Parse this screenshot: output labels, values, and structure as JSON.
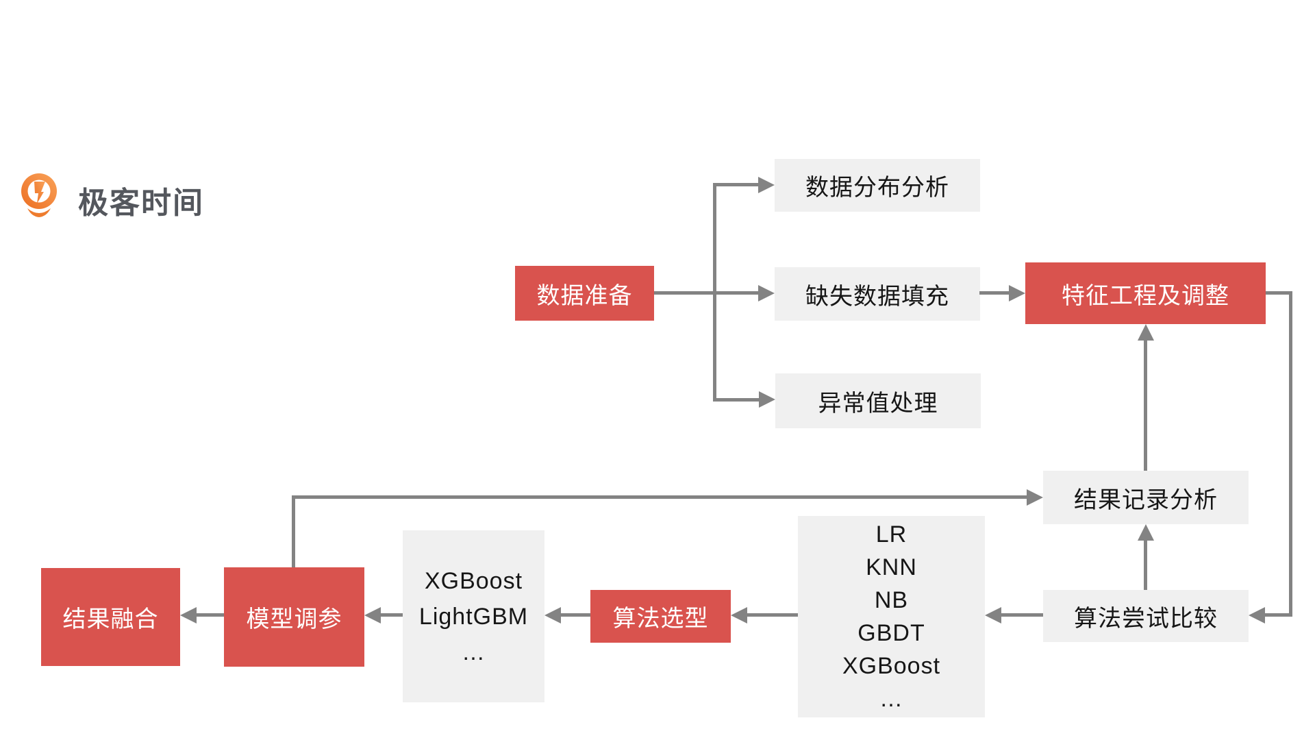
{
  "logo": {
    "text": "极客时间",
    "icon": "geektime-pin-icon",
    "orange_light": "#f9a259",
    "orange_dark": "#ec6f23",
    "text_color": "#54575d"
  },
  "colors": {
    "node_red": "#d9534e",
    "node_gray": "#f0f0f0",
    "connector_gray": "#838383",
    "text_dark": "#161616",
    "text_white": "#ffffff",
    "background": "#ffffff"
  },
  "nodes": {
    "data_prep": {
      "label": "数据准备",
      "type": "red"
    },
    "dist_analysis": {
      "label": "数据分布分析",
      "type": "gray"
    },
    "missing_fill": {
      "label": "缺失数据填充",
      "type": "gray"
    },
    "outlier": {
      "label": "异常值处理",
      "type": "gray"
    },
    "feature_eng": {
      "label": "特征工程及调整",
      "type": "red"
    },
    "result_record": {
      "label": "结果记录分析",
      "type": "gray"
    },
    "algo_compare": {
      "label": "算法尝试比较",
      "type": "gray"
    },
    "algo_candidates": {
      "type": "gray",
      "lines": [
        "LR",
        "KNN",
        "NB",
        "GBDT",
        "XGBoost",
        "…"
      ]
    },
    "algo_select": {
      "label": "算法选型",
      "type": "red"
    },
    "model_candidates": {
      "type": "gray",
      "lines": [
        "XGBoost",
        "LightGBM",
        "…"
      ]
    },
    "model_tuning": {
      "label": "模型调参",
      "type": "red"
    },
    "result_fusion": {
      "label": "结果融合",
      "type": "red"
    }
  },
  "edges": [
    "数据准备 → 数据分布分析",
    "数据准备 → 缺失数据填充",
    "数据准备 → 异常值处理",
    "缺失数据填充 → 特征工程及调整",
    "结果记录分析 → 特征工程及调整",
    "特征工程及调整 → 算法尝试比较",
    "算法尝试比较 → 结果记录分析",
    "算法尝试比较 → 算法候选列表",
    "算法候选列表 → 算法选型",
    "算法选型 → 模型候选列表",
    "模型候选列表 → 模型调参",
    "模型调参 → 结果融合",
    "模型调参 → 结果记录分析"
  ]
}
